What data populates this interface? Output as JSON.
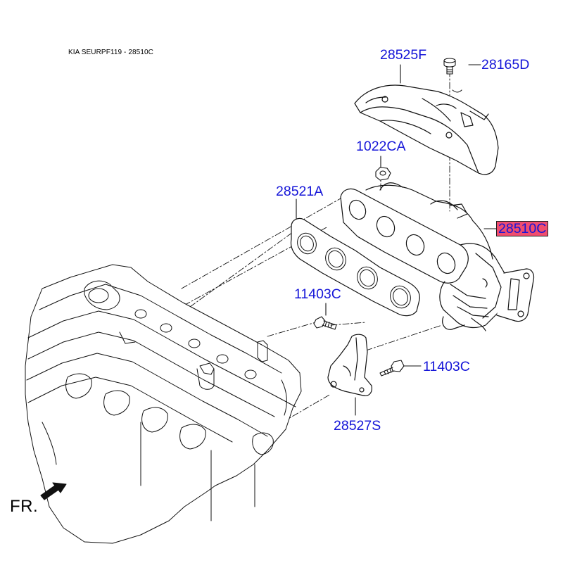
{
  "diagram_title": "KIA SEURPF119 - 28510C",
  "front_label": "FR.",
  "selected_part": "28510C",
  "colors": {
    "callout_text": "#1515d8",
    "highlight_fill": "#f04d6f",
    "line_art": "#111111"
  },
  "icons": {
    "front_direction": "arrow-icon"
  },
  "parts": [
    {
      "id": "heat_protector",
      "code": "28525F"
    },
    {
      "id": "bolt_top",
      "code": "28165D"
    },
    {
      "id": "nut",
      "code": "1022CA"
    },
    {
      "id": "gasket",
      "code": "28521A"
    },
    {
      "id": "manifold",
      "code": "28510C"
    },
    {
      "id": "bolt_left",
      "code": "11403C"
    },
    {
      "id": "bolt_right",
      "code": "11403C"
    },
    {
      "id": "bracket",
      "code": "28527S"
    }
  ]
}
